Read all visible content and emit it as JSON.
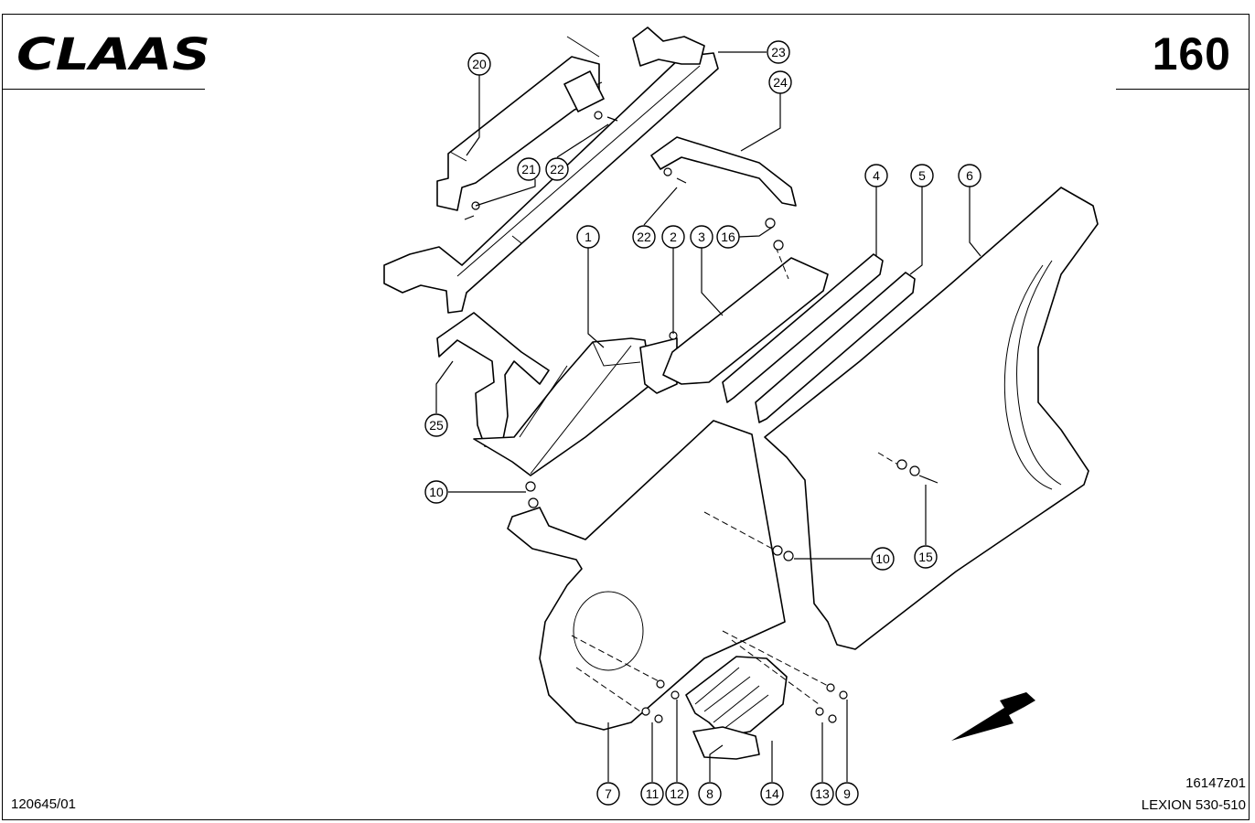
{
  "header": {
    "brand": "CLAAS",
    "page_number": "160"
  },
  "footer": {
    "document_number": "120645/01",
    "drawing_code": "16147z01",
    "model": "LEXION 530-510"
  },
  "callouts": [
    "1",
    "2",
    "3",
    "4",
    "5",
    "6",
    "7",
    "8",
    "9",
    "10",
    "10",
    "11",
    "12",
    "13",
    "14",
    "15",
    "16",
    "20",
    "21",
    "22",
    "22",
    "23",
    "24",
    "25"
  ]
}
